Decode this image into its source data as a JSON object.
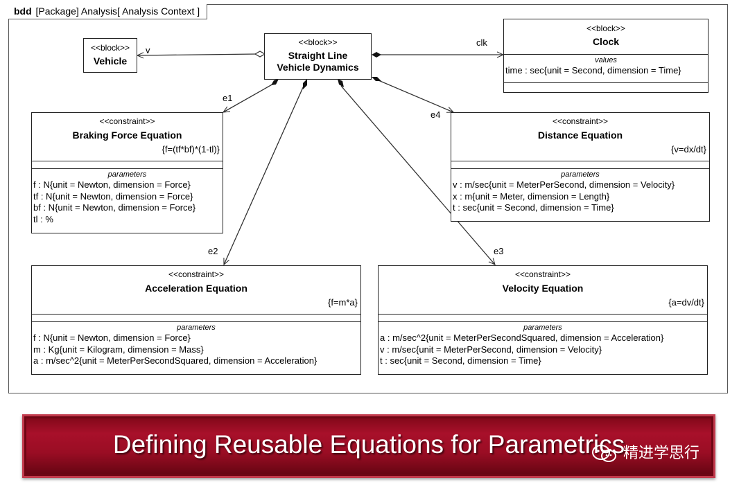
{
  "frame": {
    "kind": "bdd",
    "title": "[Package] Analysis[ Analysis Context ]"
  },
  "blocks": {
    "vehicle": {
      "stereotype": "<<block>>",
      "name": "Vehicle"
    },
    "dynamics": {
      "stereotype": "<<block>>",
      "name_line1": "Straight Line",
      "name_line2": "Vehicle Dynamics"
    },
    "clock": {
      "stereotype": "<<block>>",
      "name": "Clock",
      "section_title": "values",
      "values": [
        "time : sec{unit = Second, dimension = Time}"
      ]
    }
  },
  "constraints": {
    "braking": {
      "stereotype": "<<constraint>>",
      "name": "Braking Force Equation",
      "expression": "{f=(tf*bf)*(1-tl)}",
      "section_title": "parameters",
      "params": [
        "f : N{unit = Newton, dimension = Force}",
        "tf : N{unit = Newton, dimension = Force}",
        "bf : N{unit = Newton, dimension = Force}",
        "tl : %"
      ]
    },
    "distance": {
      "stereotype": "<<constraint>>",
      "name": "Distance Equation",
      "expression": "{v=dx/dt}",
      "section_title": "parameters",
      "params": [
        "v : m/sec{unit = MeterPerSecond, dimension = Velocity}",
        "x : m{unit = Meter, dimension = Length}",
        "t : sec{unit = Second, dimension = Time}"
      ]
    },
    "acceleration": {
      "stereotype": "<<constraint>>",
      "name": "Acceleration Equation",
      "expression": "{f=m*a}",
      "section_title": "parameters",
      "params": [
        "f : N{unit = Newton, dimension = Force}",
        "m : Kg{unit = Kilogram, dimension = Mass}",
        "a : m/sec^2{unit = MeterPerSecondSquared, dimension = Acceleration}"
      ]
    },
    "velocity": {
      "stereotype": "<<constraint>>",
      "name": "Velocity Equation",
      "expression": "{a=dv/dt}",
      "section_title": "parameters",
      "params": [
        "a : m/sec^2{unit = MeterPerSecondSquared, dimension = Acceleration}",
        "v : m/sec{unit = MeterPerSecond, dimension = Velocity}",
        "t : sec{unit = Second, dimension = Time}"
      ]
    }
  },
  "roles": {
    "v": "v",
    "clk": "clk",
    "e1": "e1",
    "e2": "e2",
    "e3": "e3",
    "e4": "e4"
  },
  "banner": {
    "title": "Defining Reusable Equations for Parametrics",
    "watermark": "精进学思行"
  },
  "colors": {
    "banner_red": "#a8102a",
    "line": "#333333"
  }
}
